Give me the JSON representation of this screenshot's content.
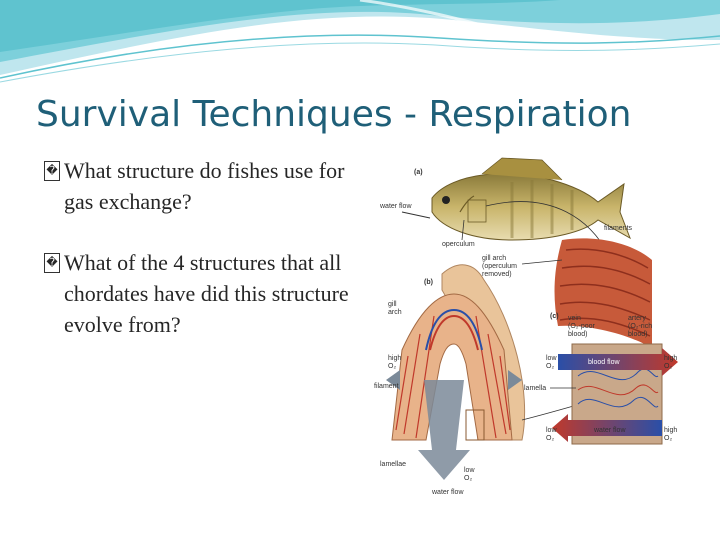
{
  "slide": {
    "title": "Survival Techniques - Respiration",
    "bullet_marker": "�",
    "bullets": [
      "What structure do fishes use for gas exchange?",
      "What of the 4 structures that all chordates have did this structure evolve from?"
    ]
  },
  "figure": {
    "panel_a": "(a)",
    "panel_b": "(b)",
    "panel_c": "(c)",
    "water_flow": "water flow",
    "operculum": "operculum",
    "filaments": "filaments",
    "gill_arch_removed": [
      "gill arch",
      "(operculum",
      "removed)"
    ],
    "gill_arch": [
      "gill",
      "arch"
    ],
    "high_o2_left": [
      "high",
      "O₂"
    ],
    "filament": "filament",
    "lamellae": "lamellae",
    "low_o2_bottom": [
      "low",
      "O₂"
    ],
    "water_flow_bottom": "water flow",
    "vein": [
      "vein",
      "(O₂-poor",
      "blood)"
    ],
    "artery": [
      "artery",
      "(O₂-rich",
      "blood)"
    ],
    "low_o2": "low",
    "o2": "O₂",
    "high_o2": "high",
    "blood_flow": "blood flow",
    "lamella": "lamella",
    "water_flow_c": "water flow"
  },
  "colors": {
    "title": "#1f5f78",
    "wave_teal": "#5fc3cf",
    "wave_light": "#bfe6ee",
    "blood_flow": "#c0392b",
    "water_flow": "#2e6fb7"
  }
}
